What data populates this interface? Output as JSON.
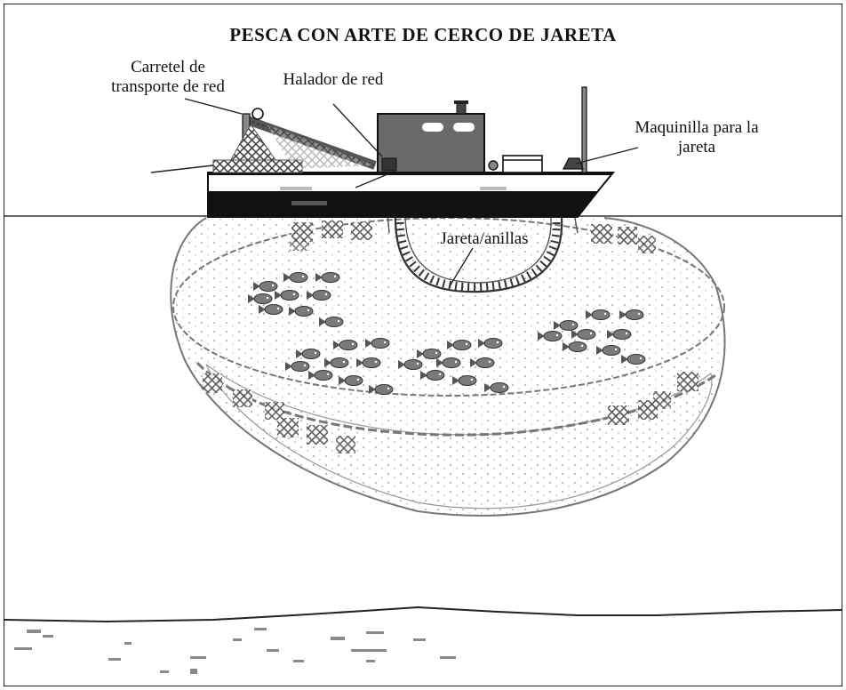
{
  "diagram": {
    "title": "PESCA CON ARTE DE CERCO DE JARETA",
    "labels": {
      "carretel_line1": "Carretel de",
      "carretel_line2": "transporte de red",
      "halador": "Halador de red",
      "maquinilla_line1": "Maquinilla para la",
      "maquinilla_line2": "jareta",
      "jareta": "Jareta/anillas"
    }
  },
  "colors": {
    "line": "#222222",
    "hull": "#111111",
    "cabin": "#666666",
    "net": "#9a9a9a",
    "net_dark": "#555555",
    "fish": "#7a7a7a"
  },
  "icons": {
    "vessel": "purse-seiner-boat-icon",
    "fish": "fish-icon",
    "net": "purse-seine-net"
  }
}
